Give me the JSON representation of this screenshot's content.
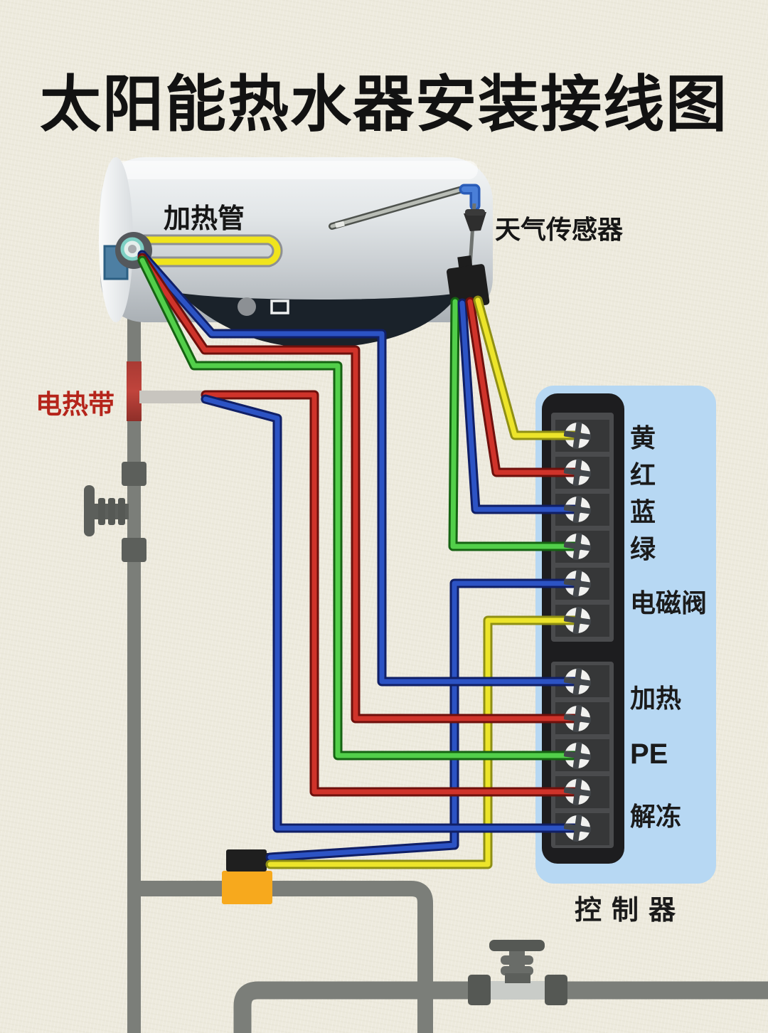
{
  "title": "太阳能热水器安装接线图",
  "labels": {
    "heating_tube": "加热管",
    "weather_sensor": "天气传感器",
    "heating_belt": "电热带",
    "controller": "控制器"
  },
  "terminal_labels": {
    "yellow": "黄",
    "red": "红",
    "blue": "蓝",
    "green": "绿",
    "solenoid": "电磁阀",
    "heating": "加热",
    "pe": "PE",
    "defrost": "解冻"
  },
  "connections": [
    {
      "wire_color": "yellow",
      "from": "weather_sensor",
      "terminal": "黄"
    },
    {
      "wire_color": "red",
      "from": "weather_sensor",
      "terminal": "红"
    },
    {
      "wire_color": "blue",
      "from": "weather_sensor",
      "terminal": "蓝"
    },
    {
      "wire_color": "green",
      "from": "weather_sensor",
      "terminal": "绿"
    },
    {
      "wire_color": "blue",
      "from": "solenoid_valve",
      "terminal": "电磁阀-1"
    },
    {
      "wire_color": "yellow",
      "from": "solenoid_valve",
      "terminal": "电磁阀-2"
    },
    {
      "wire_color": "blue",
      "from": "tank_heating_tube",
      "terminal": "加热-1"
    },
    {
      "wire_color": "red",
      "from": "tank_heating_tube",
      "terminal": "加热-2"
    },
    {
      "wire_color": "green",
      "from": "tank_heating_tube",
      "terminal": "PE"
    },
    {
      "wire_color": "red",
      "from": "heating_belt",
      "terminal": "解冻-1"
    },
    {
      "wire_color": "blue",
      "from": "heating_belt",
      "terminal": "解冻-2"
    }
  ],
  "colors": {
    "paper": "#edeadd",
    "title_text": "#121212",
    "label_text": "#1b1b1b",
    "heating_belt_label": "#b5251b",
    "panel_bg": "#b7d8f3",
    "terminal_strip": "#1d1d1f",
    "wire_yellow": "#ece42a",
    "wire_red": "#cf332a",
    "wire_blue": "#2c53c4",
    "wire_green": "#52cf4a",
    "pipe_gray": "#7b7e79",
    "solenoid_valve_orange": "#f7a91d",
    "tank_gray": "#d7dbde",
    "heating_tube_yellow": "#f0e41c"
  }
}
